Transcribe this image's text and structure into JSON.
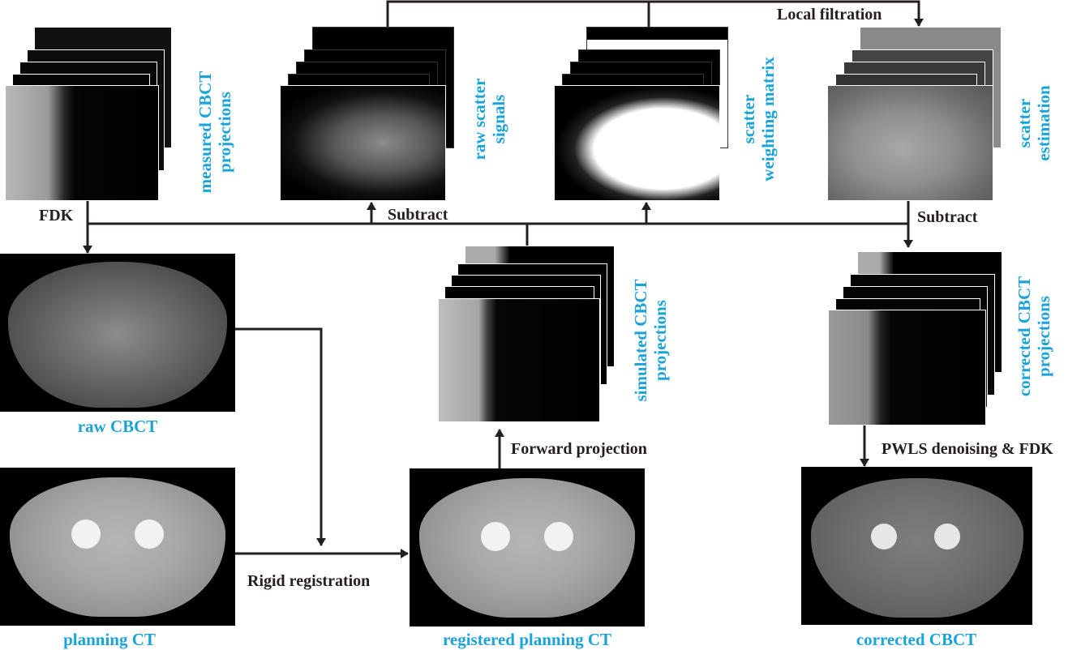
{
  "projections": {
    "measured": {
      "line1": "measured CBCT",
      "line2": "projections"
    },
    "raw_scatter": {
      "line1": "raw scatter",
      "line2": "signals"
    },
    "weighting": {
      "line1": "scatter",
      "line2": "weighting matrix"
    },
    "estimation": {
      "line1": "scatter",
      "line2": "estimation"
    },
    "simulated": {
      "line1": "simulated CBCT",
      "line2": "projections"
    },
    "corrected": {
      "line1": "corrected CBCT",
      "line2": "projections"
    }
  },
  "images": {
    "raw_cbct": "raw CBCT",
    "planning_ct": "planning  CT",
    "registered_planning_ct": "registered planning CT",
    "corrected_cbct": "corrected CBCT"
  },
  "steps": {
    "fdk": "FDK",
    "subtract_left": "Subtract",
    "subtract_right": "Subtract",
    "local_filtration": "Local filtration",
    "rigid_registration": "Rigid registration",
    "forward_projection": "Forward  projection",
    "pwls": "PWLS denoising & FDK"
  },
  "colors": {
    "caption": "#1aa3d9",
    "arrow": "#231f20"
  }
}
